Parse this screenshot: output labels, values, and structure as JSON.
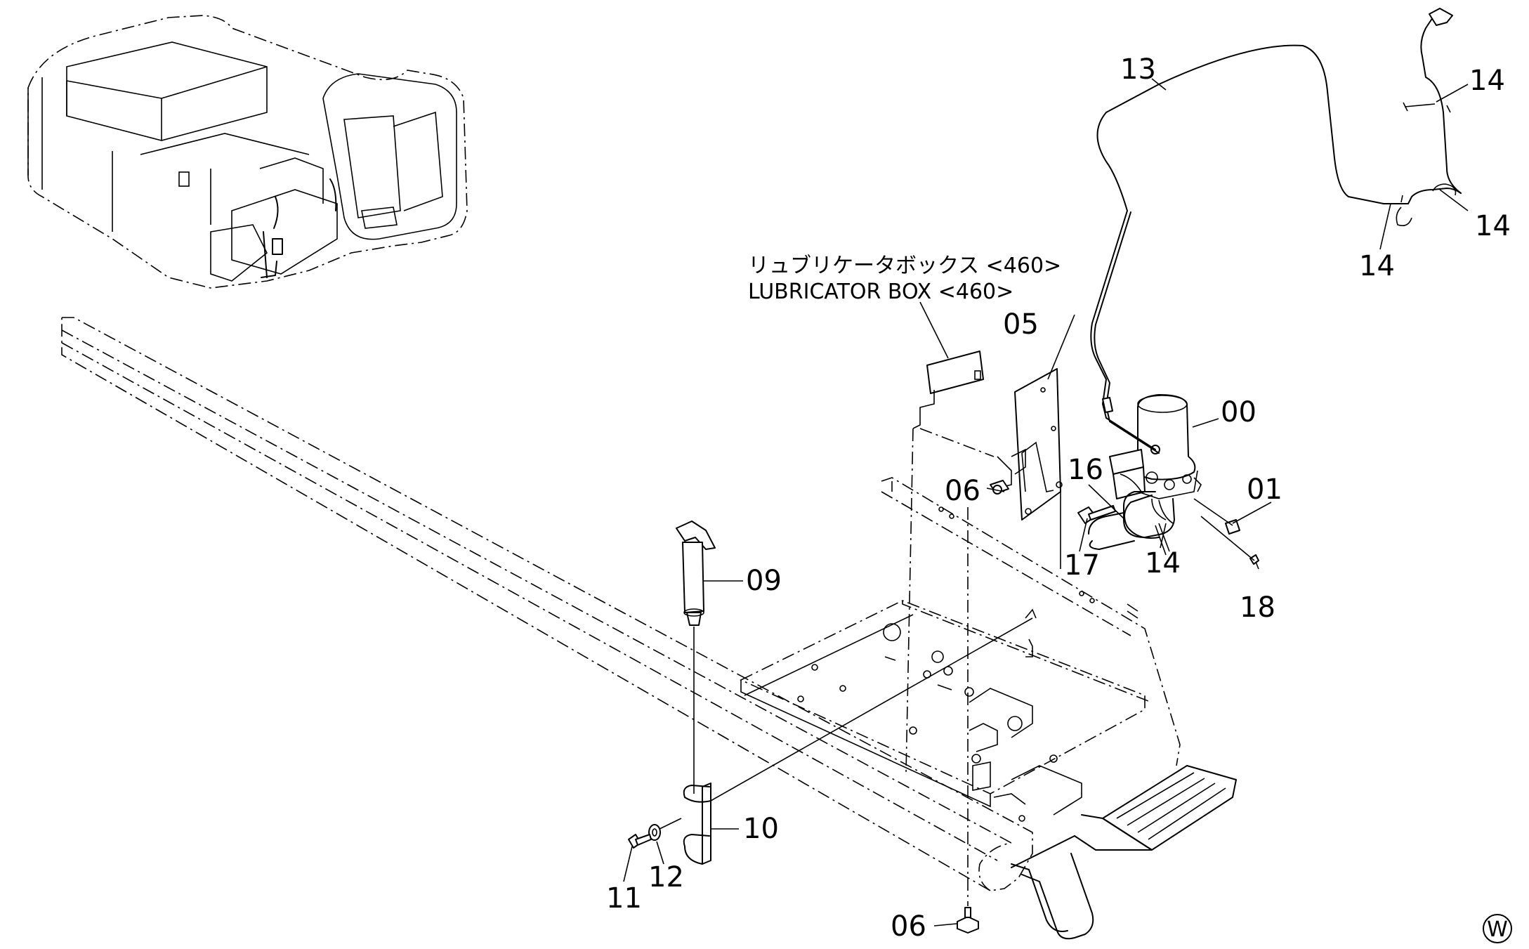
{
  "reference_note": {
    "line_jp": "リュブリケータボックス <460>",
    "line_en": "LUBRICATOR BOX <460>"
  },
  "part_labels": {
    "p00": "00",
    "p01": "01",
    "p05": "05",
    "p06_upper": "06",
    "p06_lower": "06",
    "p09": "09",
    "p10": "10",
    "p11": "11",
    "p12": "12",
    "p13": "13",
    "p14_top": "14",
    "p14_right": "14",
    "p14_clamp": "14",
    "p14_pump": "14",
    "p16": "16",
    "p17": "17",
    "p18": "18"
  },
  "corner_mark": "W"
}
